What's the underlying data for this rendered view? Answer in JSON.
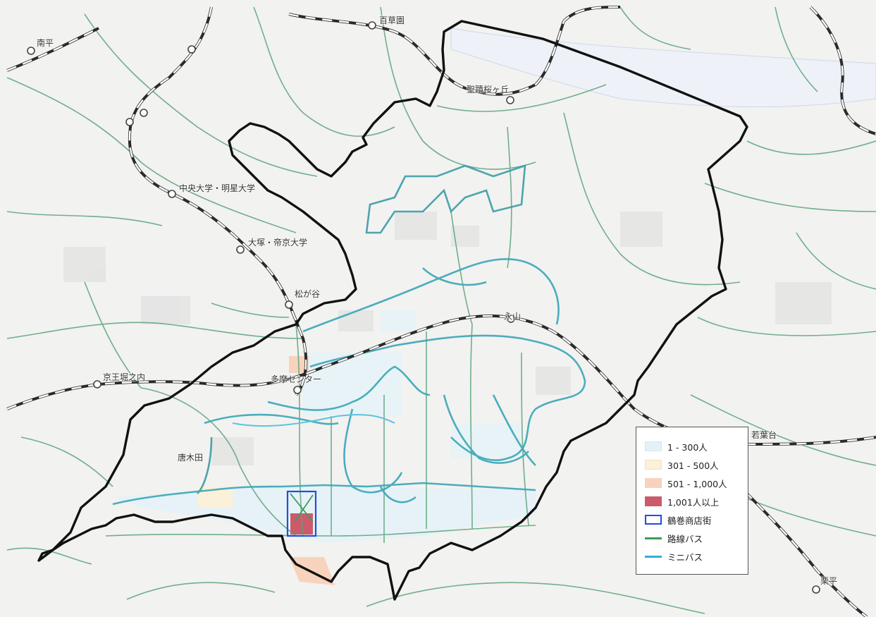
{
  "map": {
    "stations": [
      {
        "name": "南平"
      },
      {
        "name": "百草園"
      },
      {
        "name": "聖蹟桜ヶ丘"
      },
      {
        "name": "中央大学・明星大学"
      },
      {
        "name": "大塚・帝京大学"
      },
      {
        "name": "松が谷"
      },
      {
        "name": "永山"
      },
      {
        "name": "京王堀之内"
      },
      {
        "name": "多摩センター"
      },
      {
        "name": "唐木田"
      },
      {
        "name": "若葉台"
      },
      {
        "name": "栗平"
      }
    ]
  },
  "legend": {
    "items": [
      {
        "label": "1 - 300人",
        "color": "#e4f2f7",
        "type": "fill"
      },
      {
        "label": "301 - 500人",
        "color": "#fbf1d9",
        "type": "fill"
      },
      {
        "label": "501 - 1,000人",
        "color": "#f7d3bd",
        "type": "fill"
      },
      {
        "label": "1,001人以上",
        "color": "#cc5a6a",
        "type": "fill"
      },
      {
        "label": "鶴巻商店街",
        "color": "#1f4fd8",
        "type": "outline"
      },
      {
        "label": "路線バス",
        "color": "#3e9b5a",
        "type": "line"
      },
      {
        "label": "ミニバス",
        "color": "#2fb0d8",
        "type": "line"
      }
    ]
  }
}
